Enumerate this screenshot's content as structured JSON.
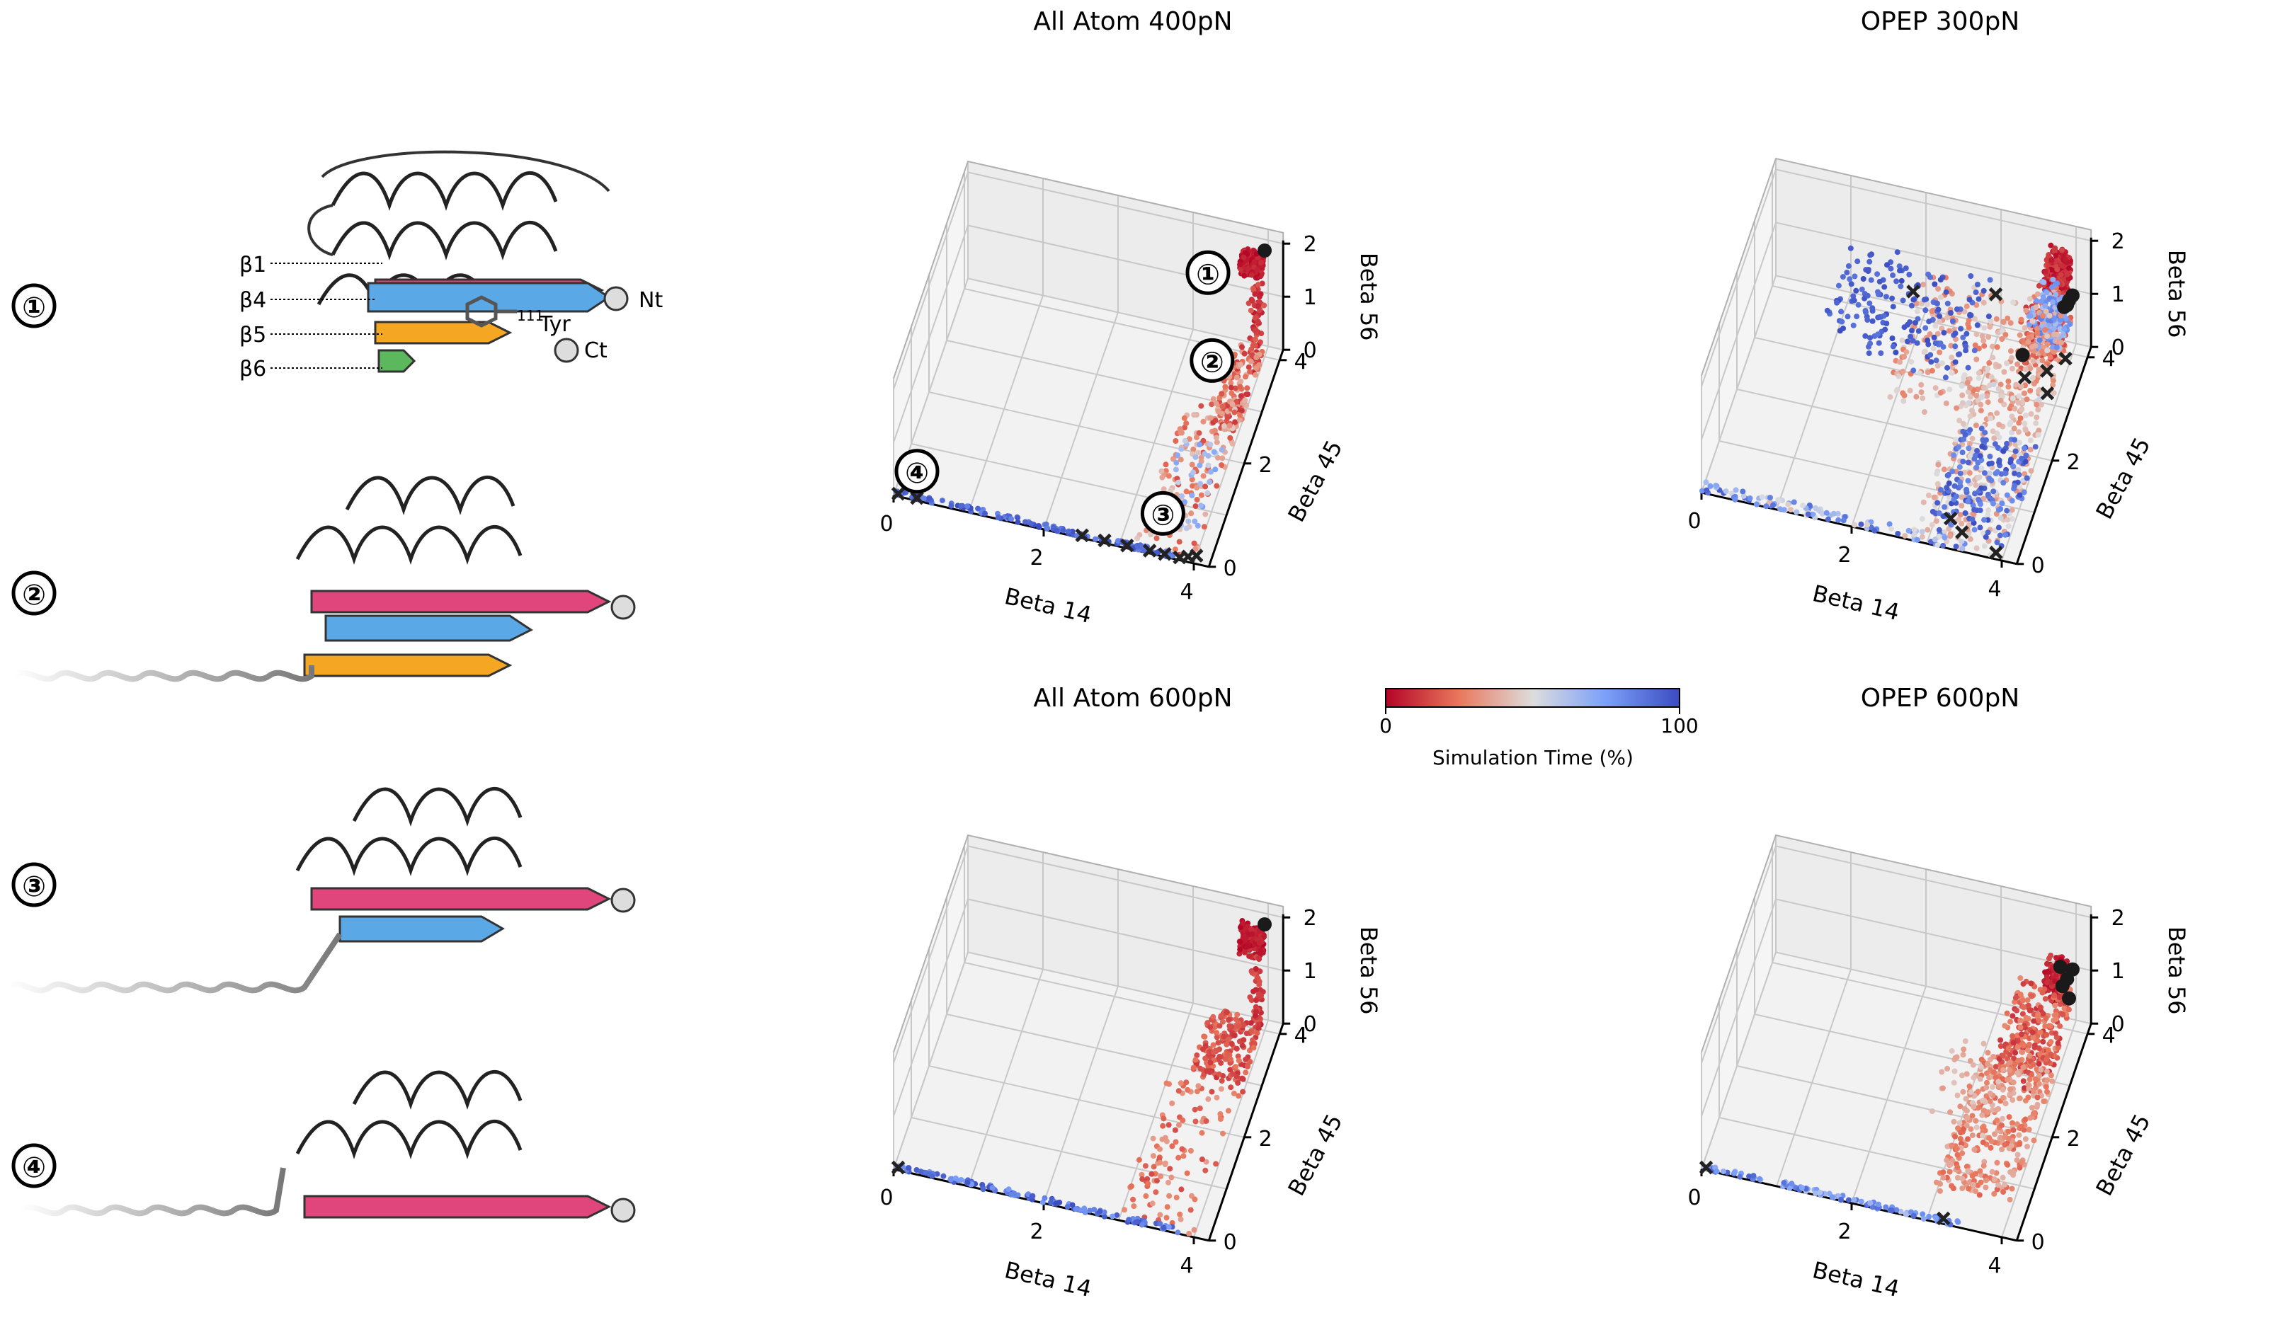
{
  "structures": {
    "markers": [
      "①",
      "②",
      "③",
      "④"
    ],
    "beta_labels": [
      "β1",
      "β4",
      "β5",
      "β6"
    ],
    "terminus_labels": {
      "nt": "Nt",
      "ct": "Ct",
      "tyr_sup": "111",
      "tyr": "Tyr"
    },
    "colors": {
      "beta1": "#e0457b",
      "beta4": "#5aa9e6",
      "beta5": "#f5a623",
      "beta6": "#5cb85c",
      "helix": "#ffffff"
    }
  },
  "colorbar": {
    "label": "Simulation Time (%)",
    "ticks": [
      "0",
      "100"
    ],
    "colors": [
      "#b40426",
      "#e9785d",
      "#dddddd",
      "#7b9ff9",
      "#3b4cc0"
    ]
  },
  "chart_data": [
    {
      "type": "scatter",
      "title": "All Atom 400pN",
      "xlabel": "Beta 14",
      "ylabel": "Beta 45",
      "zlabel": "Beta 56",
      "xlim": [
        0,
        4
      ],
      "ylim": [
        0,
        4
      ],
      "zlim": [
        0,
        2
      ],
      "xticks": [
        "0",
        "2",
        "4"
      ],
      "yticks": [
        "0",
        "2",
        "4"
      ],
      "zticks": [
        "0",
        "1",
        "2"
      ],
      "grid": true,
      "color_by": "simulation_time_percent",
      "annotations": [
        {
          "label": "①",
          "x": 4,
          "y": 4,
          "z": 1.85
        },
        {
          "label": "②",
          "x": 3.3,
          "y": 3.2,
          "z": 0.35
        },
        {
          "label": "③",
          "x": 3.4,
          "y": 0,
          "z": 0.35
        },
        {
          "label": "④",
          "x": 0.5,
          "y": 0,
          "z": 0.35
        }
      ],
      "clusters": [
        {
          "x": [
            3.7,
            4.0
          ],
          "y": [
            3.8,
            4.0
          ],
          "z": [
            1.6,
            2.0
          ],
          "t": [
            0,
            10
          ],
          "n": 180
        },
        {
          "x": [
            3.9,
            4.0
          ],
          "y": [
            3.5,
            4.0
          ],
          "z": [
            0.1,
            1.6
          ],
          "t": [
            5,
            20
          ],
          "n": 70
        },
        {
          "x": [
            3.6,
            4.0
          ],
          "y": [
            2.4,
            4.0
          ],
          "z": [
            0.0,
            0.2
          ],
          "t": [
            10,
            40
          ],
          "n": 150
        },
        {
          "x": [
            3.2,
            4.0
          ],
          "y": [
            0.0,
            3.0
          ],
          "z": [
            0.0,
            0.05
          ],
          "t": [
            15,
            45
          ],
          "n": 140
        },
        {
          "x": [
            3.3,
            3.9
          ],
          "y": [
            0.5,
            2.2
          ],
          "z": [
            0.0,
            0.05
          ],
          "t": [
            55,
            75
          ],
          "n": 40
        },
        {
          "x": [
            0.0,
            3.8
          ],
          "y": [
            0.0,
            0.1
          ],
          "z": [
            0.0,
            0.02
          ],
          "t": [
            82,
            100
          ],
          "n": 130
        }
      ],
      "start_points": [
        {
          "x": 4.0,
          "y": 4.0,
          "z": 2.0
        }
      ],
      "end_points": [
        {
          "x": 0.05,
          "y": 0.05,
          "z": 0
        },
        {
          "x": 0.3,
          "y": 0.05,
          "z": 0
        },
        {
          "x": 2.5,
          "y": 0.05,
          "z": 0
        },
        {
          "x": 2.8,
          "y": 0.05,
          "z": 0
        },
        {
          "x": 3.1,
          "y": 0.05,
          "z": 0
        },
        {
          "x": 3.4,
          "y": 0.05,
          "z": 0
        },
        {
          "x": 3.6,
          "y": 0.05,
          "z": 0
        },
        {
          "x": 3.8,
          "y": 0.05,
          "z": 0
        },
        {
          "x": 3.9,
          "y": 0.1,
          "z": 0
        },
        {
          "x": 4.0,
          "y": 0.15,
          "z": 0
        }
      ]
    },
    {
      "type": "scatter",
      "title": "OPEP 300pN",
      "xlabel": "Beta 14",
      "ylabel": "Beta 45",
      "zlabel": "Beta 56",
      "xlim": [
        0,
        4
      ],
      "ylim": [
        0,
        4
      ],
      "zlim": [
        0,
        2
      ],
      "xticks": [
        "0",
        "2",
        "4"
      ],
      "yticks": [
        "0",
        "2",
        "4"
      ],
      "zticks": [
        "0",
        "1",
        "2"
      ],
      "grid": true,
      "color_by": "simulation_time_percent",
      "clusters": [
        {
          "x": [
            3.7,
            4.0
          ],
          "y": [
            3.6,
            4.0
          ],
          "z": [
            1.3,
            2.0
          ],
          "t": [
            0,
            15
          ],
          "n": 200
        },
        {
          "x": [
            3.5,
            4.0
          ],
          "y": [
            3.0,
            4.0
          ],
          "z": [
            0.4,
            1.3
          ],
          "t": [
            10,
            40
          ],
          "n": 200
        },
        {
          "x": [
            3.6,
            4.0
          ],
          "y": [
            3.2,
            4.0
          ],
          "z": [
            0.6,
            1.4
          ],
          "t": [
            60,
            85
          ],
          "n": 120
        },
        {
          "x": [
            2.0,
            4.0
          ],
          "y": [
            2.0,
            4.0
          ],
          "z": [
            0.3,
            1.0
          ],
          "t": [
            25,
            50
          ],
          "n": 280
        },
        {
          "x": [
            1.0,
            3.0
          ],
          "y": [
            2.5,
            4.0
          ],
          "z": [
            0.5,
            1.2
          ],
          "t": [
            88,
            100
          ],
          "n": 180
        },
        {
          "x": [
            2.8,
            4.0
          ],
          "y": [
            0.0,
            3.0
          ],
          "z": [
            0.0,
            0.3
          ],
          "t": [
            30,
            55
          ],
          "n": 260
        },
        {
          "x": [
            3.0,
            4.0
          ],
          "y": [
            0.2,
            2.0
          ],
          "z": [
            0.0,
            0.4
          ],
          "t": [
            80,
            100
          ],
          "n": 160
        },
        {
          "x": [
            0.0,
            3.5
          ],
          "y": [
            0.0,
            0.2
          ],
          "z": [
            0.0,
            0.02
          ],
          "t": [
            40,
            95
          ],
          "n": 110
        }
      ],
      "start_points": [
        {
          "x": 4.0,
          "y": 4.0,
          "z": 1.1
        },
        {
          "x": 3.95,
          "y": 3.9,
          "z": 1.0
        },
        {
          "x": 3.9,
          "y": 3.95,
          "z": 0.9
        },
        {
          "x": 4.0,
          "y": 3.8,
          "z": 1.2
        },
        {
          "x": 3.5,
          "y": 3.3,
          "z": 0.5
        }
      ],
      "end_points": [
        {
          "x": 1.9,
          "y": 3.9,
          "z": 0.6
        },
        {
          "x": 3.0,
          "y": 3.9,
          "z": 0.9
        },
        {
          "x": 3.6,
          "y": 3.0,
          "z": 0.4
        },
        {
          "x": 3.8,
          "y": 3.4,
          "z": 0.2
        },
        {
          "x": 3.9,
          "y": 3.0,
          "z": 0.2
        },
        {
          "x": 4.0,
          "y": 3.6,
          "z": 0.3
        },
        {
          "x": 3.2,
          "y": 0.5,
          "z": 0.05
        },
        {
          "x": 3.4,
          "y": 0.3,
          "z": 0.05
        },
        {
          "x": 3.9,
          "y": 0.1,
          "z": 0.02
        }
      ]
    },
    {
      "type": "scatter",
      "title": "All Atom 600pN",
      "xlabel": "Beta 14",
      "ylabel": "Beta 45",
      "zlabel": "Beta 56",
      "xlim": [
        0,
        4
      ],
      "ylim": [
        0,
        4
      ],
      "zlim": [
        0,
        2
      ],
      "xticks": [
        "0",
        "2",
        "4"
      ],
      "yticks": [
        "0",
        "2",
        "4"
      ],
      "zticks": [
        "0",
        "1",
        "2"
      ],
      "grid": true,
      "color_by": "simulation_time_percent",
      "clusters": [
        {
          "x": [
            3.7,
            4.0
          ],
          "y": [
            3.8,
            4.0
          ],
          "z": [
            1.5,
            2.0
          ],
          "t": [
            0,
            10
          ],
          "n": 170
        },
        {
          "x": [
            3.9,
            4.0
          ],
          "y": [
            3.5,
            4.0
          ],
          "z": [
            0.2,
            1.5
          ],
          "t": [
            5,
            20
          ],
          "n": 60
        },
        {
          "x": [
            3.3,
            4.0
          ],
          "y": [
            2.8,
            4.0
          ],
          "z": [
            0.0,
            0.3
          ],
          "t": [
            10,
            25
          ],
          "n": 180
        },
        {
          "x": [
            3.0,
            4.0
          ],
          "y": [
            0.0,
            2.8
          ],
          "z": [
            0.0,
            0.05
          ],
          "t": [
            15,
            35
          ],
          "n": 110
        },
        {
          "x": [
            0.0,
            3.8
          ],
          "y": [
            0.0,
            0.1
          ],
          "z": [
            0.0,
            0.02
          ],
          "t": [
            75,
            100
          ],
          "n": 120
        }
      ],
      "start_points": [
        {
          "x": 4.0,
          "y": 4.0,
          "z": 2.0
        }
      ],
      "end_points": [
        {
          "x": 0.05,
          "y": 0.05,
          "z": 0
        }
      ]
    },
    {
      "type": "scatter",
      "title": "OPEP 600pN",
      "xlabel": "Beta 14",
      "ylabel": "Beta 45",
      "zlabel": "Beta 56",
      "xlim": [
        0,
        4
      ],
      "ylim": [
        0,
        4
      ],
      "zlim": [
        0,
        2
      ],
      "xticks": [
        "0",
        "2",
        "4"
      ],
      "yticks": [
        "0",
        "2",
        "4"
      ],
      "zticks": [
        "0",
        "1",
        "2"
      ],
      "grid": true,
      "color_by": "simulation_time_percent",
      "clusters": [
        {
          "x": [
            3.7,
            4.0
          ],
          "y": [
            3.6,
            4.0
          ],
          "z": [
            0.8,
            1.4
          ],
          "t": [
            0,
            15
          ],
          "n": 160
        },
        {
          "x": [
            3.3,
            4.0
          ],
          "y": [
            2.5,
            4.0
          ],
          "z": [
            0.2,
            0.9
          ],
          "t": [
            10,
            30
          ],
          "n": 260
        },
        {
          "x": [
            3.0,
            4.0
          ],
          "y": [
            0.5,
            3.0
          ],
          "z": [
            0.0,
            0.3
          ],
          "t": [
            20,
            40
          ],
          "n": 300
        },
        {
          "x": [
            2.6,
            3.6
          ],
          "y": [
            1.5,
            3.0
          ],
          "z": [
            0.2,
            0.6
          ],
          "t": [
            30,
            45
          ],
          "n": 60
        },
        {
          "x": [
            0.0,
            3.4
          ],
          "y": [
            0.0,
            0.1
          ],
          "z": [
            0.0,
            0.02
          ],
          "t": [
            60,
            95
          ],
          "n": 100
        }
      ],
      "start_points": [
        {
          "x": 4.0,
          "y": 4.0,
          "z": 1.15
        },
        {
          "x": 3.95,
          "y": 3.9,
          "z": 1.05
        },
        {
          "x": 3.9,
          "y": 3.85,
          "z": 0.95
        },
        {
          "x": 4.0,
          "y": 3.8,
          "z": 0.8
        },
        {
          "x": 3.85,
          "y": 3.95,
          "z": 1.2
        }
      ],
      "end_points": [
        {
          "x": 0.05,
          "y": 0.05,
          "z": 0
        },
        {
          "x": 3.2,
          "y": 0.1,
          "z": 0
        }
      ]
    }
  ]
}
